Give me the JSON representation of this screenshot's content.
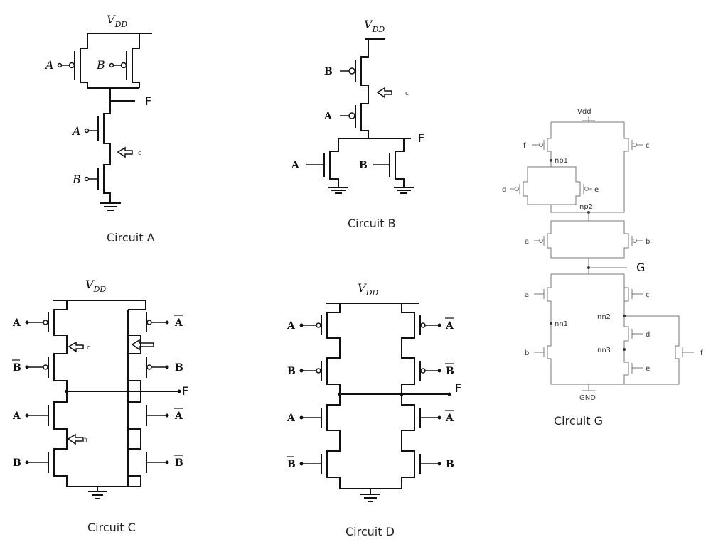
{
  "circuits": {
    "a": {
      "caption": "Circuit A",
      "vdd_v": "V",
      "vdd_sub": "DD",
      "out": "F",
      "arrow_label": "c",
      "in_a1": "A",
      "in_b1": "B",
      "in_a2": "A",
      "in_b2": "B"
    },
    "b": {
      "caption": "Circuit B",
      "vdd_v": "V",
      "vdd_sub": "DD",
      "out": "F",
      "arrow_label": "c",
      "in_b1": "B",
      "in_a1": "A",
      "in_a2": "A",
      "in_b2": "B"
    },
    "c": {
      "caption": "Circuit C",
      "vdd_v": "V",
      "vdd_sub": "DD",
      "out": "F",
      "arrow_c": "c",
      "arrow_d": "D",
      "left": [
        "A",
        "B",
        "A",
        "B"
      ],
      "right": [
        "A",
        "B",
        "A",
        "B"
      ]
    },
    "d": {
      "caption": "Circuit D",
      "vdd_v": "V",
      "vdd_sub": "DD",
      "out": "F",
      "left": [
        "A",
        "B",
        "A",
        "B"
      ],
      "right": [
        "A",
        "B",
        "A",
        "B"
      ]
    },
    "g": {
      "caption": "Circuit G",
      "vdd": "Vdd",
      "gnd": "GND",
      "out": "G",
      "pmos": [
        "f",
        "c",
        "d",
        "e",
        "a",
        "b"
      ],
      "nmos": [
        "a",
        "c",
        "d",
        "b",
        "e",
        "f"
      ],
      "nodes": [
        "np1",
        "np2",
        "nn1",
        "nn2",
        "nn3"
      ]
    }
  }
}
